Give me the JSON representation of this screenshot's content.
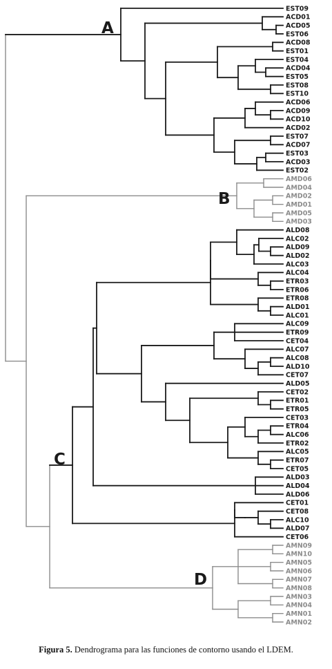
{
  "figure": {
    "caption_label": "Figura 5.",
    "caption_text": "Dendrograma para las funciones de contorno usando el LDEM."
  },
  "colors": {
    "dark": "#1a1a1a",
    "gray": "#8c8c8c"
  },
  "clusters": [
    {
      "id": "A",
      "label": "A",
      "color": "dark",
      "leaves": [
        "EST09",
        "ACD01",
        "ACD05",
        "EST06",
        "ACD08",
        "EST01",
        "EST04",
        "ACD04",
        "EST05",
        "EST08",
        "EST10",
        "ACD06",
        "ACD09",
        "ACD10",
        "ACD02",
        "EST07",
        "ACD07",
        "EST03",
        "ACD03",
        "EST02"
      ]
    },
    {
      "id": "B",
      "label": "B",
      "color": "gray",
      "leaves": [
        "AMD06",
        "AMD04",
        "AMD02",
        "AMD01",
        "AMD05",
        "AMD03"
      ]
    },
    {
      "id": "C",
      "label": "C",
      "color": "dark",
      "leaves": [
        "ALD08",
        "ALC02",
        "ALD09",
        "ALD02",
        "ALC03",
        "ALC04",
        "ETR03",
        "ETR06",
        "ETR08",
        "ALD01",
        "ALC01",
        "ALC09",
        "ETR09",
        "CET04",
        "ALC07",
        "ALC08",
        "ALD10",
        "CET07",
        "ALD05",
        "CET02",
        "ETR01",
        "ETR05",
        "CET03",
        "ETR04",
        "ALC06",
        "ETR02",
        "ALC05",
        "ETR07",
        "CET05",
        "ALD03",
        "ALD04",
        "ALD06",
        "CET01",
        "CET08",
        "ALC10",
        "ALD07",
        "CET06"
      ]
    },
    {
      "id": "D",
      "label": "D",
      "color": "gray",
      "leaves": [
        "AMN09",
        "AMN10",
        "AMN05",
        "AMN06",
        "AMN07",
        "AMN08",
        "AMN03",
        "AMN04",
        "AMN01",
        "AMN02"
      ]
    }
  ]
}
